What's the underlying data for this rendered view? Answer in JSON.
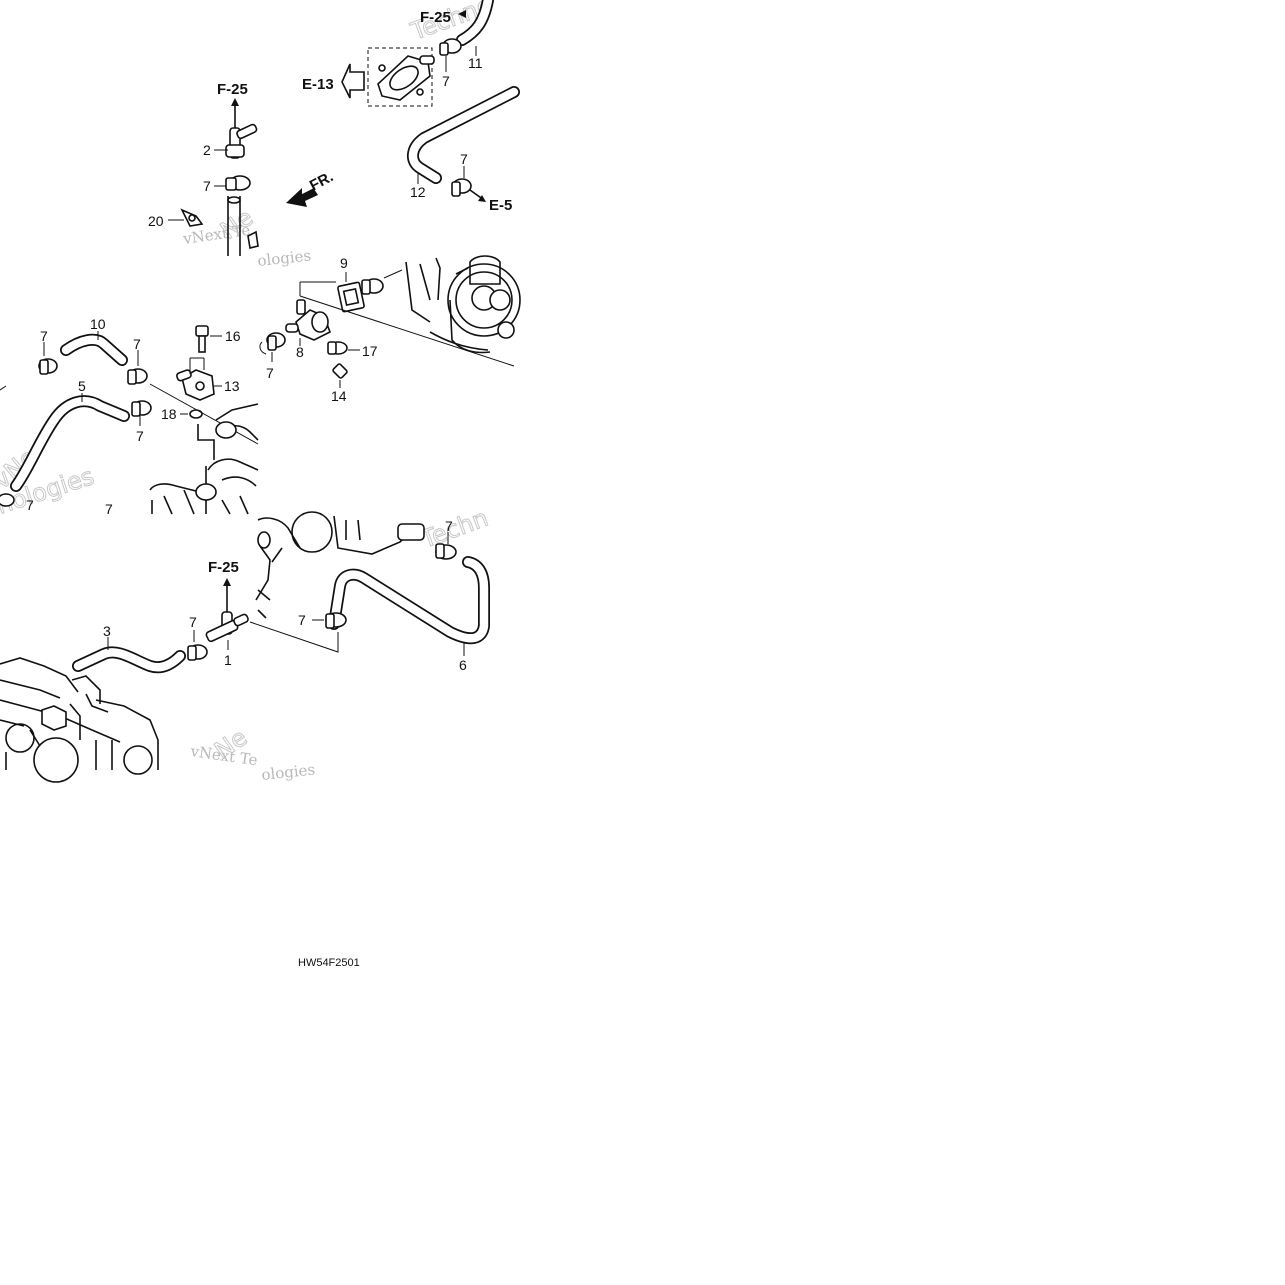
{
  "diagram": {
    "code": "HW54F2501",
    "direction_label": "FR.",
    "refs": {
      "f25_top": "F-25",
      "f25_left": "F-25",
      "f25_bottom": "F-25",
      "e13": "E-13",
      "e5": "E-5"
    },
    "callouts": {
      "c1": "1",
      "c2": "2",
      "c3": "3",
      "c5": "5",
      "c6": "6",
      "c7a": "7",
      "c7b": "7",
      "c7c": "7",
      "c7d": "7",
      "c7e": "7",
      "c7f": "7",
      "c7g": "7",
      "c7h": "7",
      "c7i": "7",
      "c7j": "7",
      "c7k": "7",
      "c8": "8",
      "c9": "9",
      "c10": "10",
      "c11": "11",
      "c12": "12",
      "c13": "13",
      "c14": "14",
      "c16": "16",
      "c17": "17",
      "c18": "18",
      "c20": "20"
    },
    "watermarks": {
      "w1": "vNext Te",
      "w2": "ologies",
      "w3": "Techno",
      "w4": "nologies",
      "w5": "vNext Te",
      "w6": "ologies",
      "w7": "Techn",
      "w8": "Techn",
      "w9": "vNe",
      "w10": "Ne"
    }
  }
}
